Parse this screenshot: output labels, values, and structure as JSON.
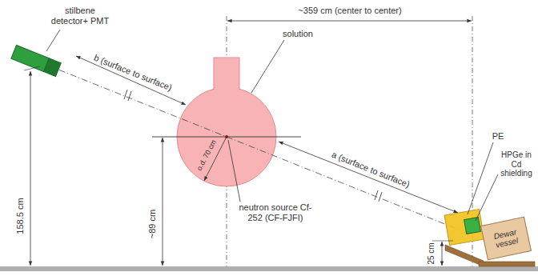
{
  "diagram": {
    "nodes": [
      {
        "text": [
          "Dewar vessel"
        ]
      }
    ],
    "labels": [
      "stilbene detector+ PMT",
      "~359 cm (center to center)",
      "b (surface to surface)",
      "solution",
      "o.d. 70 cm",
      "neutron source Cf-252 (CF-FJFI)",
      "a (surface to surface)",
      "158.5 cm",
      "~89 cm",
      "PE",
      "HPGe in Cd shielding",
      "25 cm"
    ]
  }
}
